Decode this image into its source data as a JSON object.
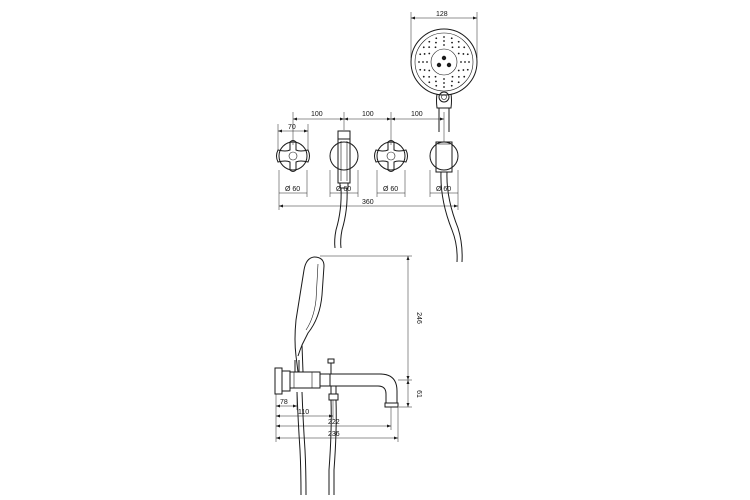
{
  "dimensions": {
    "head_diameter": "128",
    "spacing_1": "100",
    "spacing_2": "100",
    "spacing_3": "100",
    "handle_width": "70",
    "rosette_1": "Ø 60",
    "rosette_2": "Ø 60",
    "rosette_3": "Ø 60",
    "rosette_4": "Ø 60",
    "overall_width": "360",
    "height_shower": "246",
    "height_spout": "61",
    "dim_78": "78",
    "dim_110": "110",
    "dim_222": "222",
    "dim_236": "236"
  },
  "colors": {
    "line": "#1a1a1a",
    "background": "#ffffff"
  }
}
